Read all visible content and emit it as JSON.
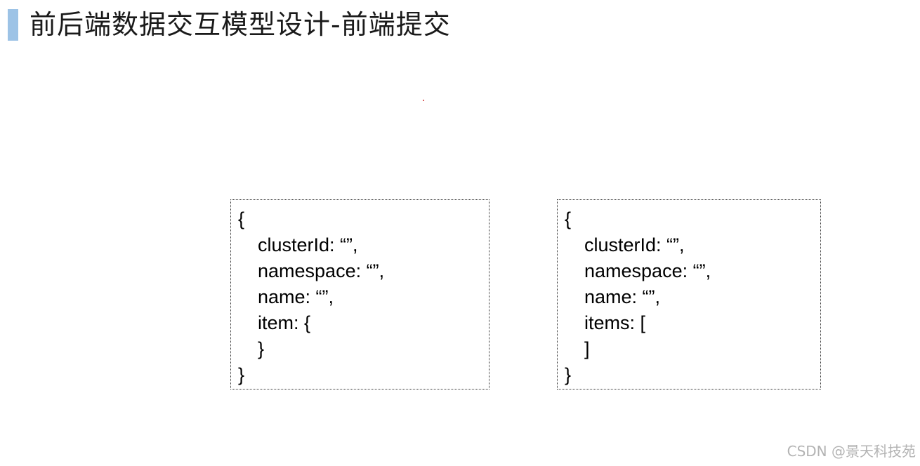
{
  "slide": {
    "title": "前后端数据交互模型设计-前端提交",
    "accent_color": "#9dc3e6"
  },
  "left_code": {
    "lines": [
      {
        "text": "{",
        "indent": 0
      },
      {
        "text": "clusterId: “”,",
        "indent": 1
      },
      {
        "text": "namespace: “”,",
        "indent": 1
      },
      {
        "text": "name: “”,",
        "indent": 1
      },
      {
        "text": "item: {",
        "indent": 1
      },
      {
        "text": "}",
        "indent": 1
      },
      {
        "text": "}",
        "indent": 0
      }
    ]
  },
  "right_code": {
    "lines": [
      {
        "text": "{",
        "indent": 0
      },
      {
        "text": "clusterId: “”,",
        "indent": 1
      },
      {
        "text": "namespace: “”,",
        "indent": 1
      },
      {
        "text": "name: “”,",
        "indent": 1
      },
      {
        "text": "items: [",
        "indent": 1
      },
      {
        "text": "]",
        "indent": 1
      },
      {
        "text": "}",
        "indent": 0
      }
    ]
  },
  "watermark": {
    "text": "CSDN @景天科技苑"
  }
}
